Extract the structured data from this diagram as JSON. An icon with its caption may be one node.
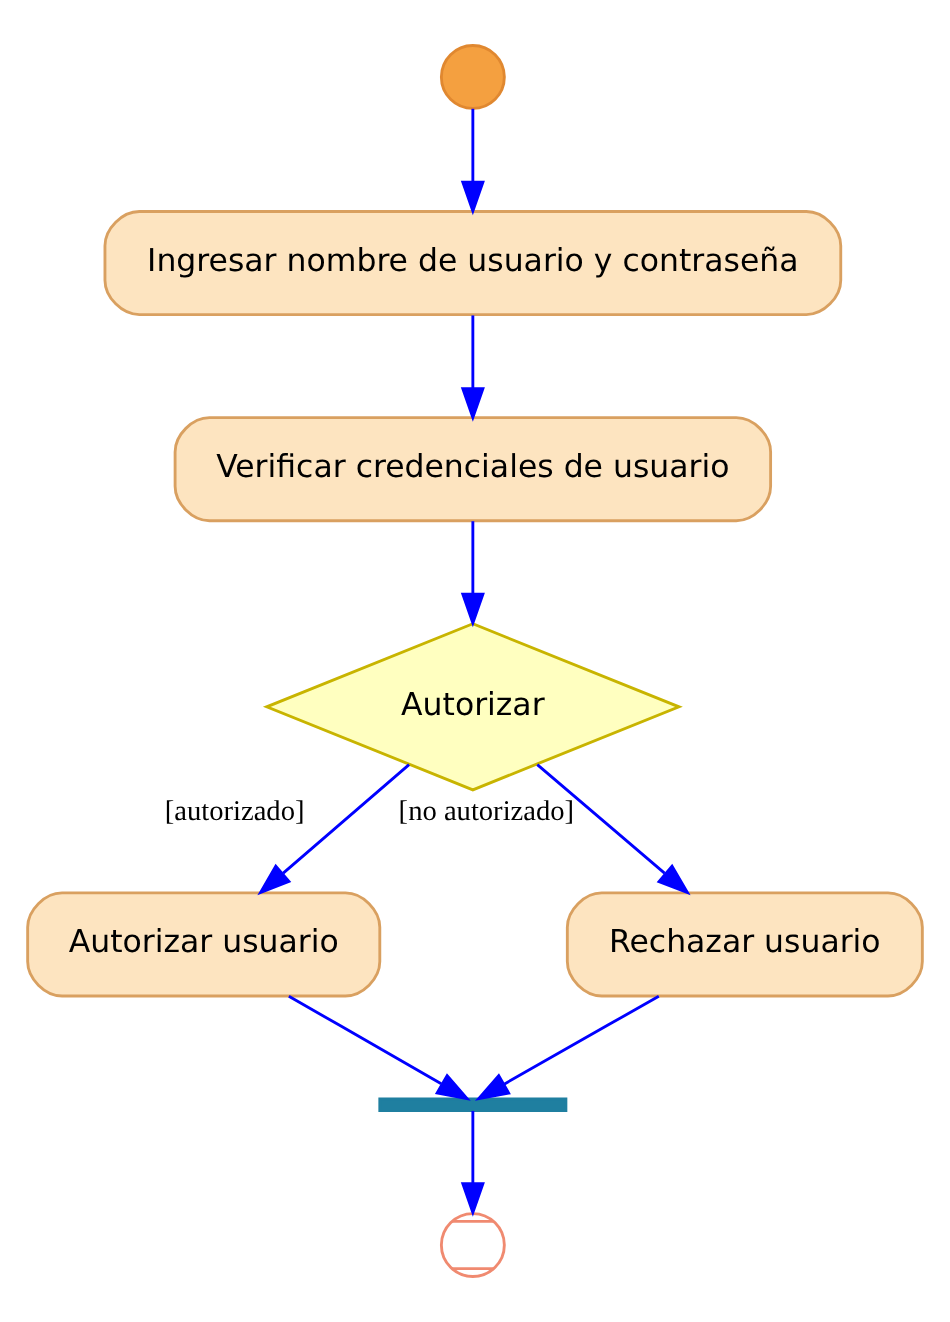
{
  "diagram": {
    "nodes": [
      {
        "text": [],
        "shape": "circle"
      },
      {
        "text": [
          "Ingresar nombre de usuario y contraseña"
        ]
      },
      {
        "text": [
          "Verificar credenciales de usuario"
        ]
      },
      {
        "text": [
          "Autorizar"
        ]
      },
      {
        "text": [
          "Autorizar usuario"
        ]
      },
      {
        "text": [
          "Rechazar usuario"
        ]
      },
      {
        "text": [],
        "shape": "bar"
      },
      {
        "text": [],
        "shape": "circle"
      }
    ],
    "edges": [
      {
        "from": 0,
        "to": 1,
        "arrow": "to"
      },
      {
        "from": 1,
        "to": 2,
        "arrow": "to"
      },
      {
        "from": 2,
        "to": 3,
        "arrow": "to"
      },
      {
        "from": 3,
        "to": 4,
        "arrow": "to",
        "label": "[autorizado]"
      },
      {
        "from": 3,
        "to": 5,
        "arrow": "to",
        "label": "[no autorizado]"
      },
      {
        "from": 4,
        "to": 6,
        "arrow": "to"
      },
      {
        "from": 5,
        "to": 6,
        "arrow": "to"
      },
      {
        "from": 6,
        "to": 7,
        "arrow": "to"
      }
    ]
  }
}
